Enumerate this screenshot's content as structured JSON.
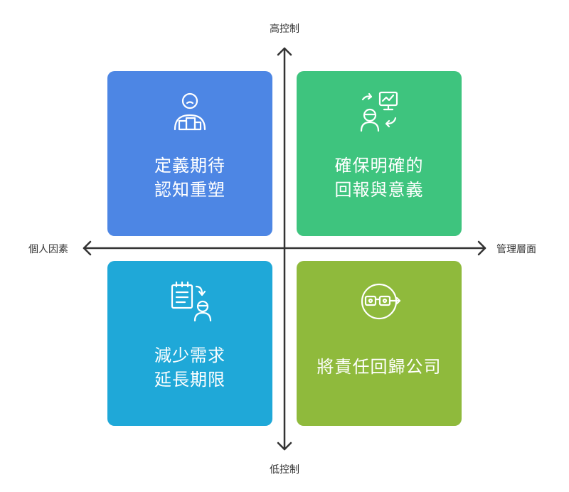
{
  "axes": {
    "top": "高控制",
    "bottom": "低控制",
    "left": "個人因素",
    "right": "管理層面"
  },
  "quadrants": {
    "top_left": {
      "lines": [
        "定義期待",
        "認知重塑"
      ],
      "color": "#4d86e4",
      "icon": "person-with-boxes-icon"
    },
    "top_right": {
      "lines": [
        "確保明確的",
        "回報與意義"
      ],
      "color": "#3ec47e",
      "icon": "person-monitor-cycle-icon"
    },
    "bottom_left": {
      "lines": [
        "減少需求",
        "延長期限"
      ],
      "color": "#1fa8d8",
      "icon": "notepad-person-icon"
    },
    "bottom_right": {
      "lines": [
        "將責任回歸公司"
      ],
      "color": "#8fba3c",
      "icon": "glasses-arrow-icon"
    }
  }
}
